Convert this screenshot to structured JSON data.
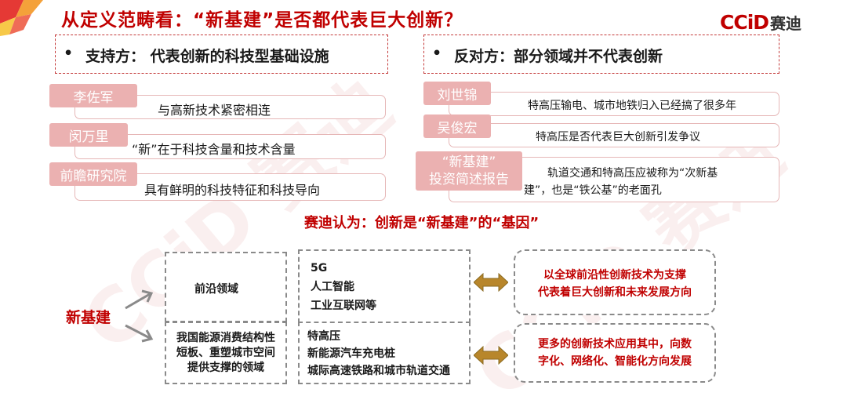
{
  "title": "从定义范畴看：“新基建”是否都代表巨大创新？",
  "logo": {
    "brand": "CCiD",
    "cn": "赛迪"
  },
  "support": {
    "bullet": "•",
    "heading": "支持方：  代表创新的科技型基础设施",
    "items": [
      {
        "tag": "李佐军",
        "text": "与高新技术紧密相连"
      },
      {
        "tag": "闵万里",
        "text": "“新”在于科技含量和技术含量"
      },
      {
        "tag": "前瞻研究院",
        "text": "具有鲜明的科技特征和科技导向"
      }
    ]
  },
  "oppose": {
    "bullet": "•",
    "heading": "反对方：部分领域并不代表创新",
    "items": [
      {
        "tag": "刘世锦",
        "text": "特高压输电、城市地铁归入已经搞了很多年"
      },
      {
        "tag": "吴俊宏",
        "text": "特高压是否代表巨大创新引发争议"
      },
      {
        "tag_line1": "“新基建”",
        "tag_line2": "投资简述报告",
        "text_line1": "轨道交通和特高压应被称为“次新基",
        "text_line2": "建”，也是“铁公基”的老面孔"
      }
    ]
  },
  "conclusion": "赛迪认为：创新是“新基建”的“基因”",
  "diagram": {
    "root": "新基建",
    "branch1": {
      "label": "前沿领域",
      "examples": [
        "5G",
        "人工智能",
        "工业互联网等"
      ],
      "conclusion_lines": [
        "以全球前沿性创新技术为支撑",
        "代表着巨大创新和未来发展方向"
      ]
    },
    "branch2": {
      "label_lines": [
        "我国能源消费结构性",
        "短板、重塑城市空间",
        "提供支撑的领域"
      ],
      "examples": [
        "特高压",
        "新能源汽车充电桩",
        "城际高速铁路和城市轨道交通"
      ],
      "conclusion_lines": [
        "更多的创新技术应用其中，向数",
        "字化、网络化、智能化方向发展"
      ]
    }
  },
  "colors": {
    "accent_red": "#c00000",
    "tag_pink": "#ebb1b1",
    "arrow_gold": "#b8862b"
  }
}
